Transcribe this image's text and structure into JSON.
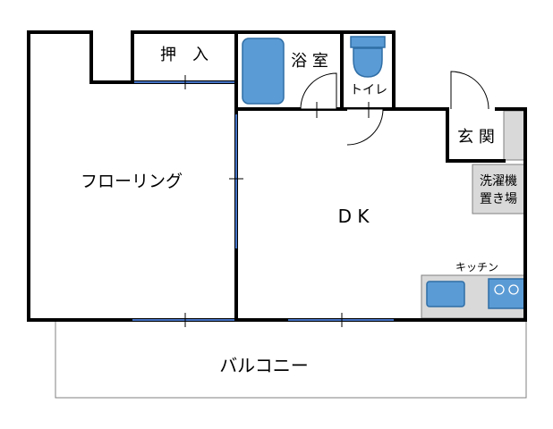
{
  "rooms": {
    "flooring": "フローリング",
    "closet": "押　入",
    "bathroom": "浴 室",
    "toilet": "トイレ",
    "entrance": "玄 関",
    "laundry_line1": "洗濯機",
    "laundry_line2": "置き場",
    "dk": "D K",
    "kitchen": "キッチン",
    "balcony": "バルコニー"
  },
  "colors": {
    "wall": "#000000",
    "fixture": "#5b9bd5",
    "fixture_stroke": "#2f6ea6",
    "counter": "#d9d9d9",
    "window": "#4472c4",
    "balcony_line": "#808080"
  }
}
